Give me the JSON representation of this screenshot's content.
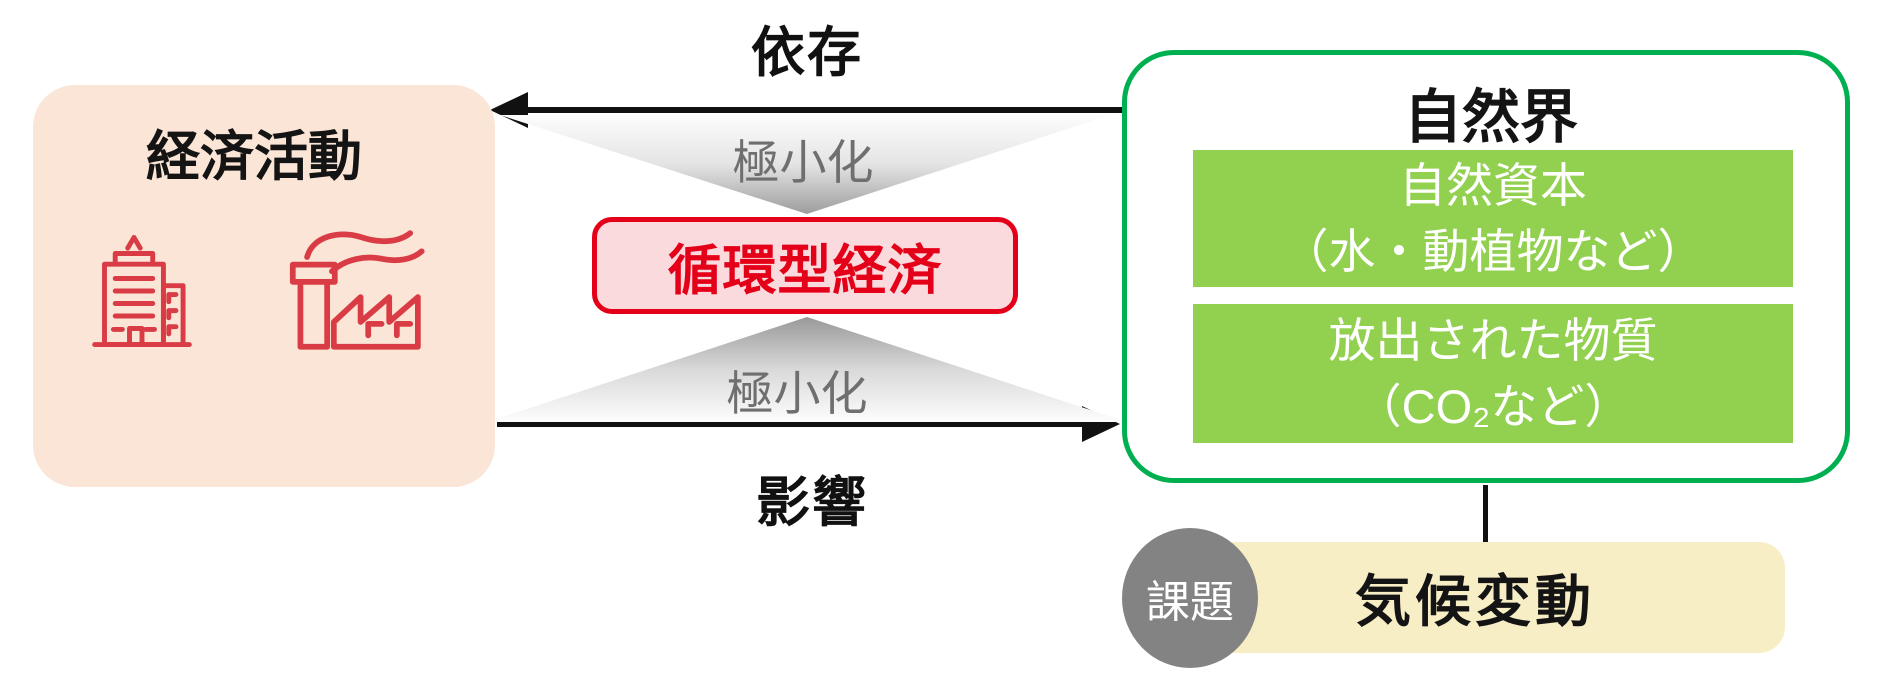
{
  "diagram": {
    "top_relation_label": "依存",
    "bottom_relation_label": "影響",
    "funnel_top_label": "極小化",
    "funnel_bottom_label": "極小化",
    "economy": {
      "title": "経済活動",
      "icons": [
        "building-icon",
        "factory-icon"
      ]
    },
    "circular_economy": {
      "label": "循環型経済"
    },
    "nature": {
      "title": "自然界",
      "items": [
        {
          "line1": "自然資本",
          "line2": "（水・動植物など）"
        },
        {
          "line1": "放出された物質",
          "line2": "（CO₂など）"
        }
      ]
    },
    "issue": {
      "badge": "課題",
      "label": "気候変動"
    }
  },
  "colors": {
    "economy_box_fill": "#fbe5d6",
    "icon_red": "#da3c46",
    "circular_border_and_text": "#e50019",
    "circular_fill": "#fadadd",
    "nature_border": "#00b050",
    "nature_item_fill": "#92d050",
    "nature_item_text": "#ffffff",
    "climate_fill": "#f8eec5",
    "issue_badge_fill": "#838383",
    "funnel_gray_dark": "#999999",
    "arrow_black": "#111111",
    "minimize_text_gray": "#6f6f6f"
  }
}
